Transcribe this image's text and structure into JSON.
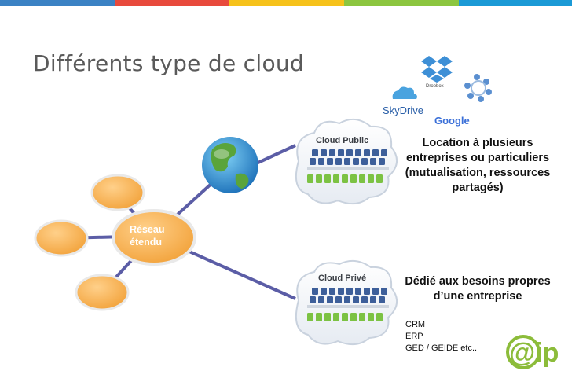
{
  "header": {
    "stripe_colors": [
      "#3b82c4",
      "#e84a3c",
      "#f6c21a",
      "#8cc63f",
      "#1b9ad6"
    ]
  },
  "title": "Différents type de cloud",
  "diagram": {
    "hub_label_line1": "Réseau",
    "hub_label_line2": "étendu",
    "public_cloud_title": "Cloud Public",
    "private_cloud_title": "Cloud Privé"
  },
  "logos": {
    "dropbox": "Dropbox",
    "skydrive": "SkyDrive",
    "google": "Google",
    "company_mark": "@ip"
  },
  "public_description": "Location à plusieurs entreprises ou particuliers (mutualisation, ressources partagés)",
  "private_description": "Dédié aux besoins propres d’une entreprise",
  "private_examples": [
    "CRM",
    "ERP",
    "GED / GEIDE etc.."
  ]
}
